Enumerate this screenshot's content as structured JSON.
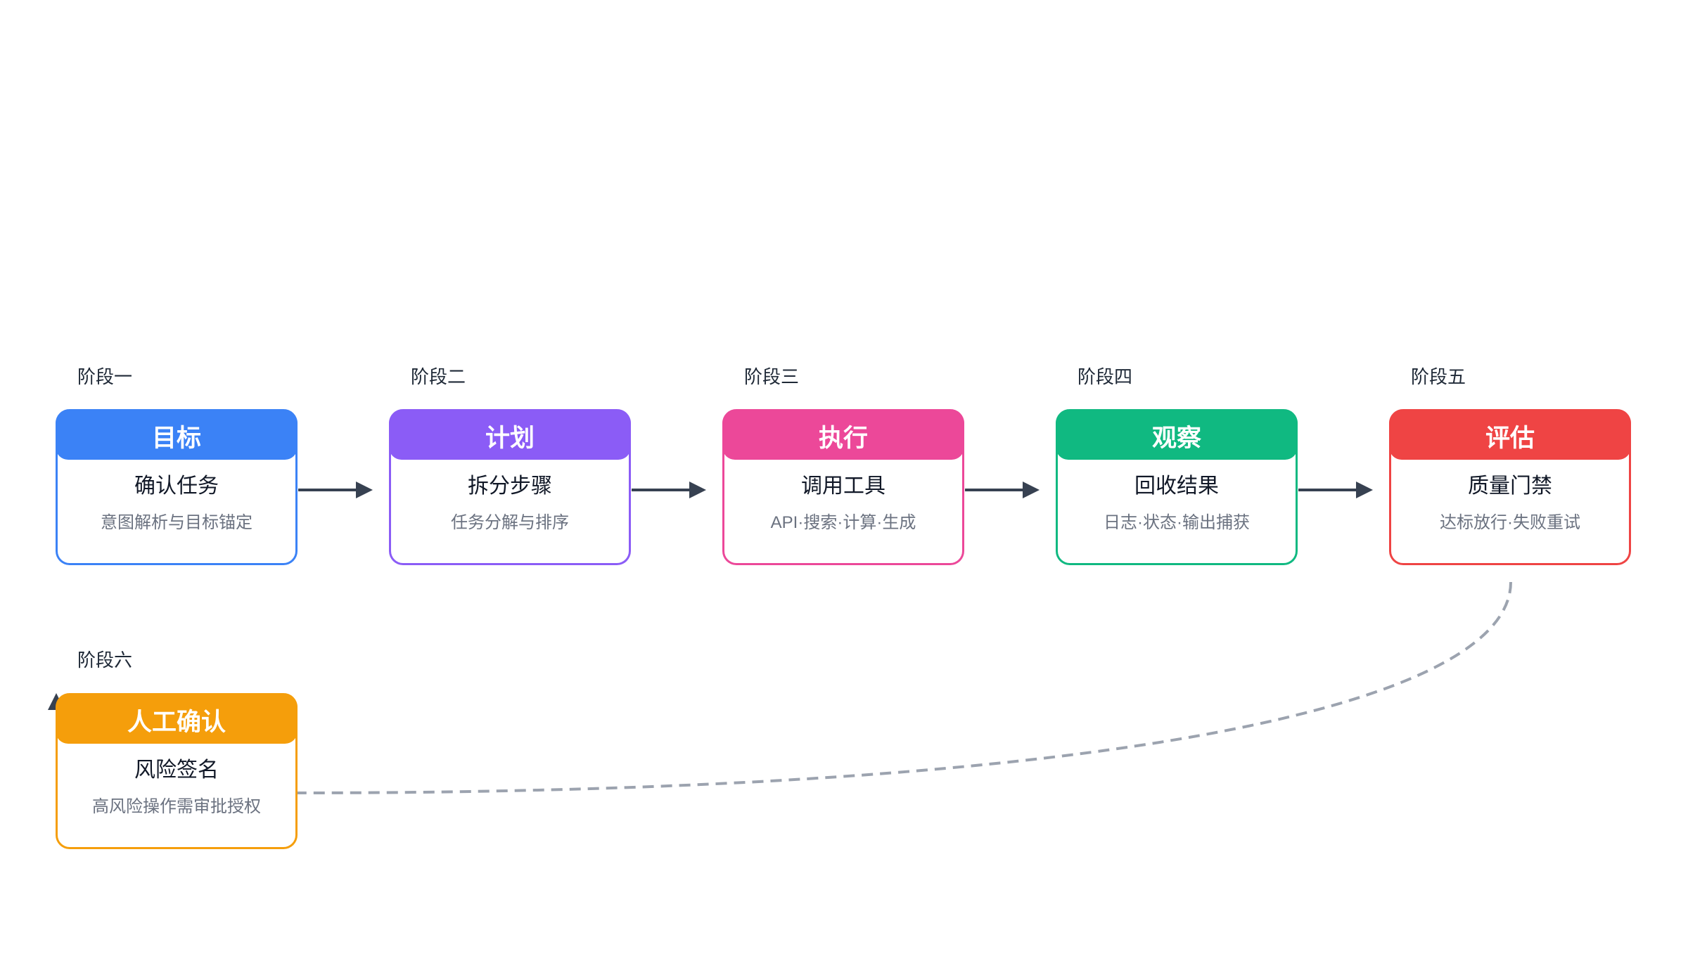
{
  "stages": [
    {
      "label": "阶段一",
      "header": "目标",
      "title": "确认任务",
      "subtitle": "意图解析与目标锚定",
      "color": "#3b82f6"
    },
    {
      "label": "阶段二",
      "header": "计划",
      "title": "拆分步骤",
      "subtitle": "任务分解与排序",
      "color": "#8b5cf6"
    },
    {
      "label": "阶段三",
      "header": "执行",
      "title": "调用工具",
      "subtitle": "API·搜索·计算·生成",
      "color": "#ec4899"
    },
    {
      "label": "阶段四",
      "header": "观察",
      "title": "回收结果",
      "subtitle": "日志·状态·输出捕获",
      "color": "#10b981"
    },
    {
      "label": "阶段五",
      "header": "评估",
      "title": "质量门禁",
      "subtitle": "达标放行·失败重试",
      "color": "#ef4444"
    },
    {
      "label": "阶段六",
      "header": "人工确认",
      "title": "风险签名",
      "subtitle": "高风险操作需审批授权",
      "color": "#f59e0b"
    }
  ],
  "connectors": {
    "arrow_color": "#374151",
    "loop_color": "#9ca3af"
  }
}
